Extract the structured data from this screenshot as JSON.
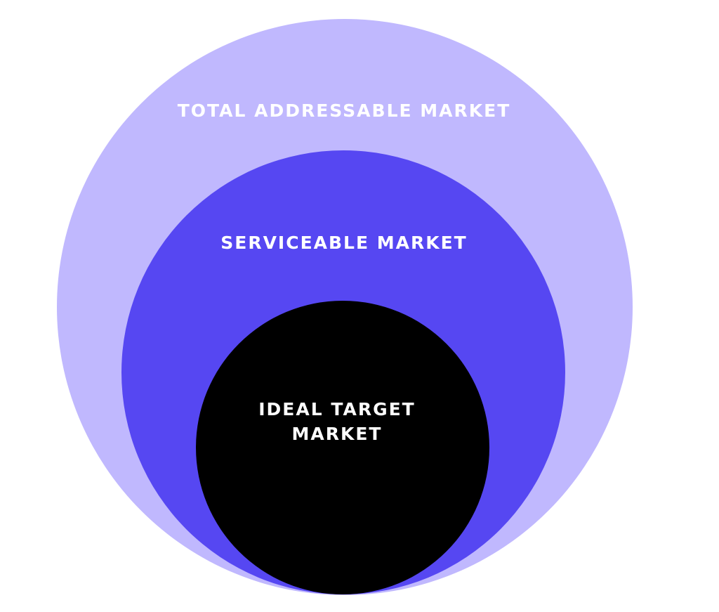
{
  "colors": {
    "outer": "#c0b8fe",
    "middle": "#5647f2",
    "inner": "#000000",
    "text": "#ffffff"
  },
  "rings": {
    "total": {
      "label": "TOTAL ADDRESSABLE MARKET"
    },
    "serviceable": {
      "label": "SERVICEABLE MARKET"
    },
    "ideal": {
      "line1": "IDEAL TARGET",
      "line2": "MARKET"
    }
  }
}
